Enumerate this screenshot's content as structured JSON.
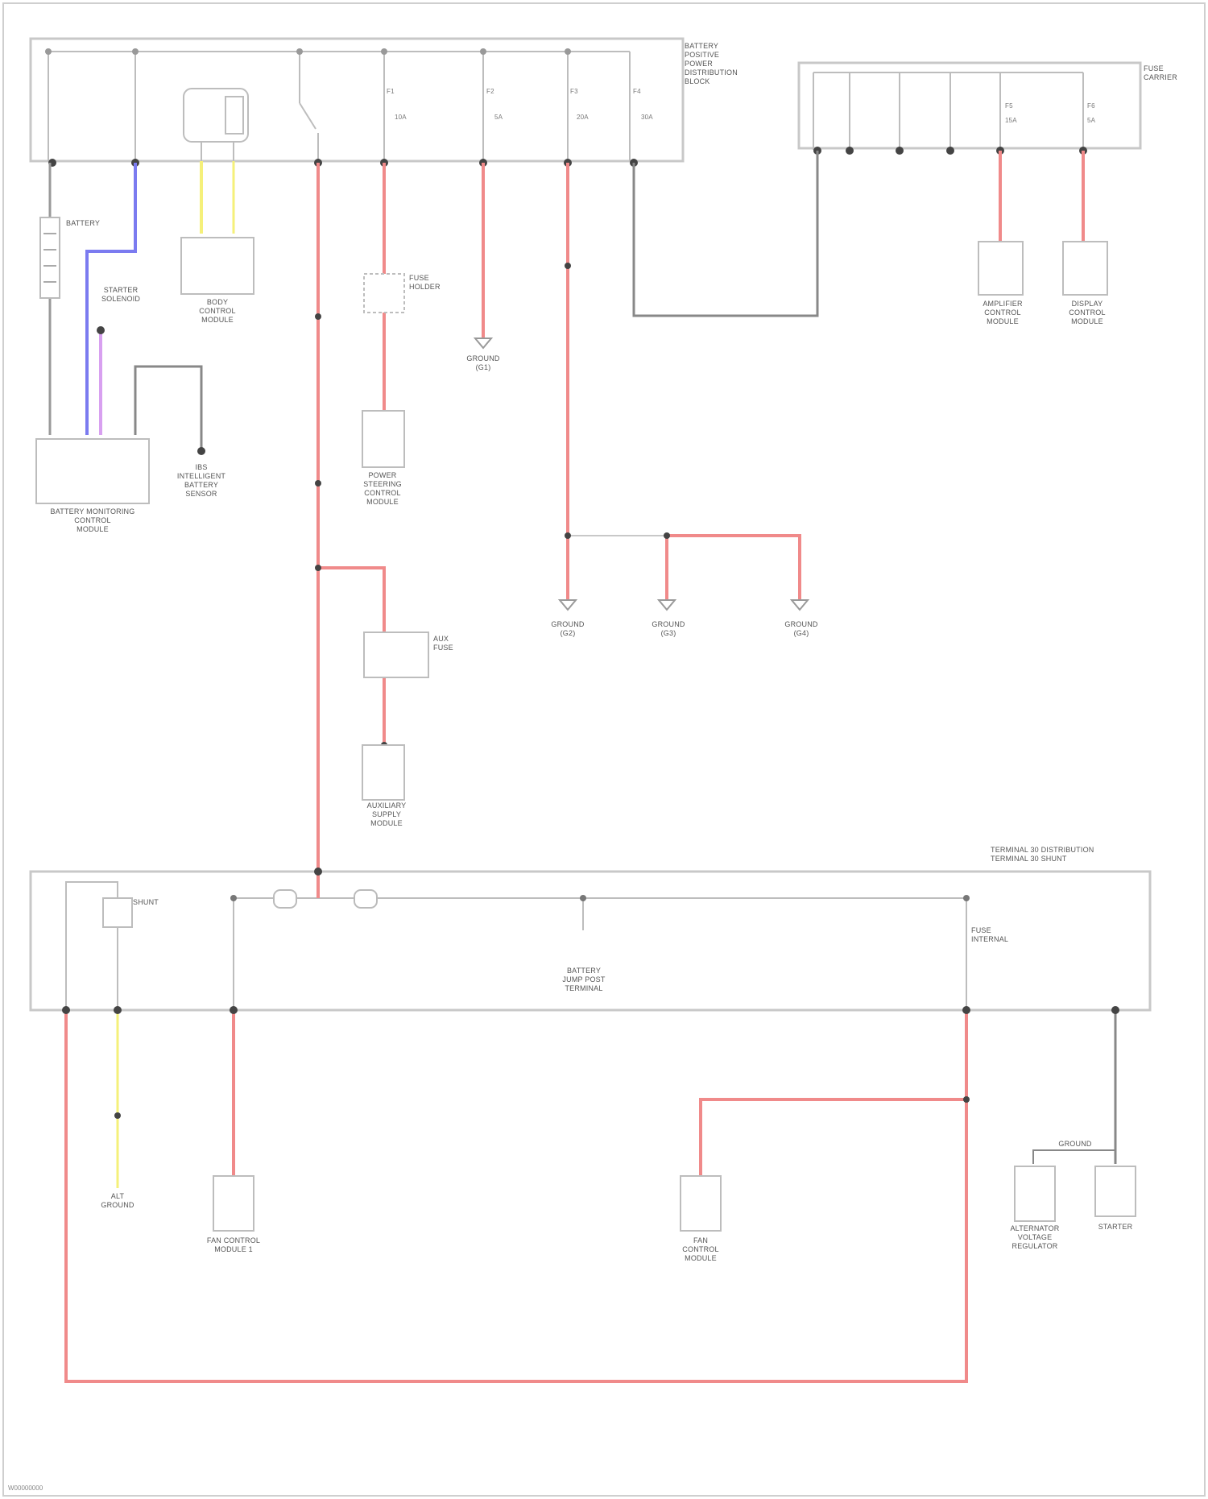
{
  "colors": {
    "red_wire": "#f08a8a",
    "blue_wire": "#7b7bf0",
    "violet_wire": "#d8a0f0",
    "yellow_wire": "#f5f07a",
    "gray_wire": "#888888",
    "box_stroke": "#bbbbbb",
    "outline": "#c8c8c8"
  },
  "diagram": {
    "top_box_title": "BATTERY\nPOSITIVE\nPOWER\nDISTRIBUTION\nBLOCK",
    "right_box_title": "FUSE\nCARRIER",
    "bottom_box_title": "TERMINAL 30 DISTRIBUTION\nTERMINAL 30 SHUNT",
    "fuses": [
      {
        "name": "F1",
        "amp": "10A"
      },
      {
        "name": "F2",
        "amp": "5A"
      },
      {
        "name": "F3",
        "amp": "20A"
      },
      {
        "name": "F4",
        "amp": "30A"
      }
    ],
    "right_fuses": [
      {
        "name": "F5",
        "amp": "15A"
      },
      {
        "name": "F6",
        "amp": "5A"
      }
    ],
    "components": {
      "battery": "BATTERY",
      "sensor_ground": "STARTER\nSOLENOID",
      "battery_monitor": "BATTERY MONITORING\nCONTROL\nMODULE",
      "ibs": "IBS\nINTELLIGENT\nBATTERY\nSENSOR",
      "bcm": "BODY\nCONTROL\nMODULE",
      "fuse_holder": "FUSE\nHOLDER",
      "power_module": "POWER\nSTEERING\nCONTROL\nMODULE",
      "ground_a": "GROUND\n(G1)",
      "aux_supply": "AUXILIARY\nSUPPLY\nMODULE",
      "aux_fuse": "AUX\nFUSE",
      "ground_b": "GROUND\n(G2)",
      "ground_c": "GROUND\n(G3)",
      "ground_d": "GROUND\n(G4)",
      "right_a": "AMPLIFIER\nCONTROL\nMODULE",
      "right_b": "DISPLAY\nCONTROL\nMODULE",
      "shunt": "SHUNT",
      "alt_ground": "ALT\nGROUND",
      "fan_module_1": "FAN CONTROL\nMODULE 1",
      "fan_module_2": "FAN\nCONTROL\nMODULE",
      "alt_reg": "ALTERNATOR\nVOLTAGE\nREGULATOR",
      "starter": "STARTER",
      "battery_jump": "BATTERY\nJUMP POST\nTERMINAL",
      "fuse_int": "FUSE\nINTERNAL",
      "ground_e": "GROUND"
    },
    "footer": "W00000000"
  }
}
